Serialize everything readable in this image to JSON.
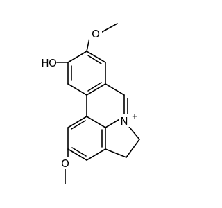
{
  "molecule": {
    "atom_labels": {
      "methoxy_top_o": "O",
      "hydroxyl_o": "O",
      "hydroxyl_h": "H",
      "nitrogen": "N",
      "charge": "+",
      "methoxy_bottom_o": "O"
    },
    "colors": {
      "bond": "#000000",
      "text": "#000000",
      "background": "#ffffff"
    }
  }
}
